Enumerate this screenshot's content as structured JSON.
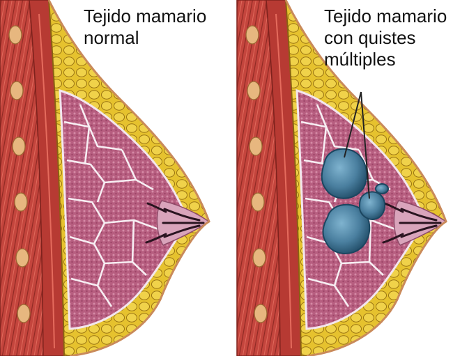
{
  "panels": [
    {
      "id": "normal",
      "label_lines": [
        "Tejido mamario",
        "normal"
      ]
    },
    {
      "id": "cysts",
      "label_lines": [
        "Tejido mamario",
        "con quistes",
        "múltiples"
      ]
    }
  ],
  "colors": {
    "muscle": "#c0413a",
    "muscle_dark": "#8a2420",
    "rib": "#e2b078",
    "fat": "#e8c637",
    "fat_outline": "#8a6a10",
    "gland": "#b45a7c",
    "gland_light": "#d9a4bb",
    "septa": "#f5eef3",
    "cyst": "#4f86a6",
    "cyst_dark": "#1f4e6c",
    "line": "#222222"
  }
}
